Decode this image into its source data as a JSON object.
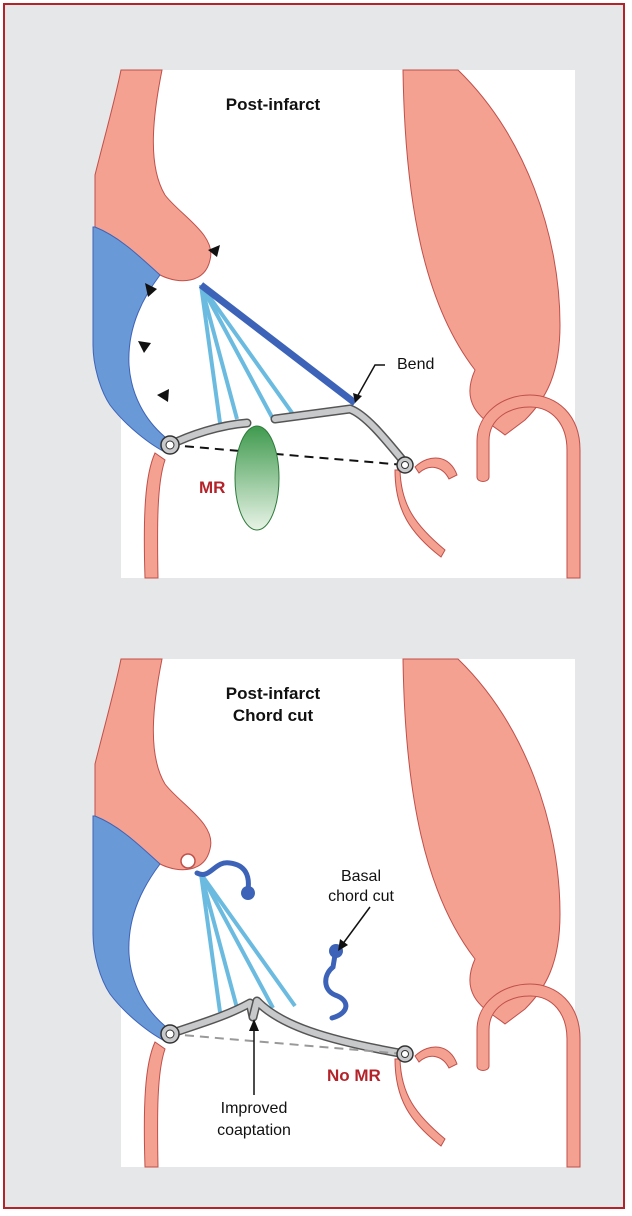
{
  "panels": [
    {
      "title_lines": [
        "Post-infarct"
      ],
      "bend_label": "Bend",
      "mr_label": "MR"
    },
    {
      "title_lines": [
        "Post-infarct",
        "Chord cut"
      ],
      "cut_label_lines": [
        "Basal",
        "chord cut"
      ],
      "no_mr_label": "No MR",
      "coaptation_label_lines": [
        "Improved",
        "coaptation"
      ]
    }
  ],
  "colors": {
    "border": "#b5232a",
    "background": "#e6e7e8",
    "myocardium": "#f4a192",
    "infarct": "#6a99d8",
    "chord_light": "#6bbbe0",
    "chord_dark": "#3d63b8",
    "leaflet": "#c8c9cb",
    "regurgitant_jet": "#3f9a4e"
  }
}
